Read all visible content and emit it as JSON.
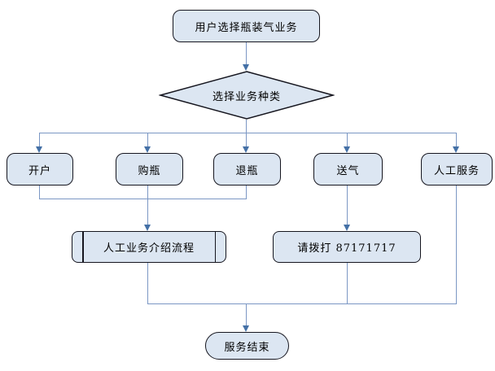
{
  "diagram": {
    "nodes": {
      "start": "用户选择瓶装气业务",
      "decision": "选择业务种类",
      "open_account": "开户",
      "buy_bottle": "购瓶",
      "return_bottle": "退瓶",
      "deliver_gas": "送气",
      "manual_service": "人工服务",
      "manual_intro": "人工业务介绍流程",
      "call_number": "请拨打 87171717",
      "end": "服务结束"
    },
    "edges": [
      "start -> decision",
      "decision -> open_account",
      "decision -> buy_bottle",
      "decision -> return_bottle",
      "decision -> deliver_gas",
      "decision -> manual_service",
      "open_account -> manual_intro",
      "buy_bottle -> manual_intro",
      "return_bottle -> manual_intro",
      "deliver_gas -> call_number",
      "manual_intro -> end",
      "call_number -> end",
      "manual_service -> end"
    ],
    "colors": {
      "background": "#ffffff",
      "node_fill": "#dce6f2",
      "node_border": "#16161f",
      "connector_line": "#7b97c4",
      "arrowhead": "#4470a6",
      "text": "#000000"
    }
  }
}
